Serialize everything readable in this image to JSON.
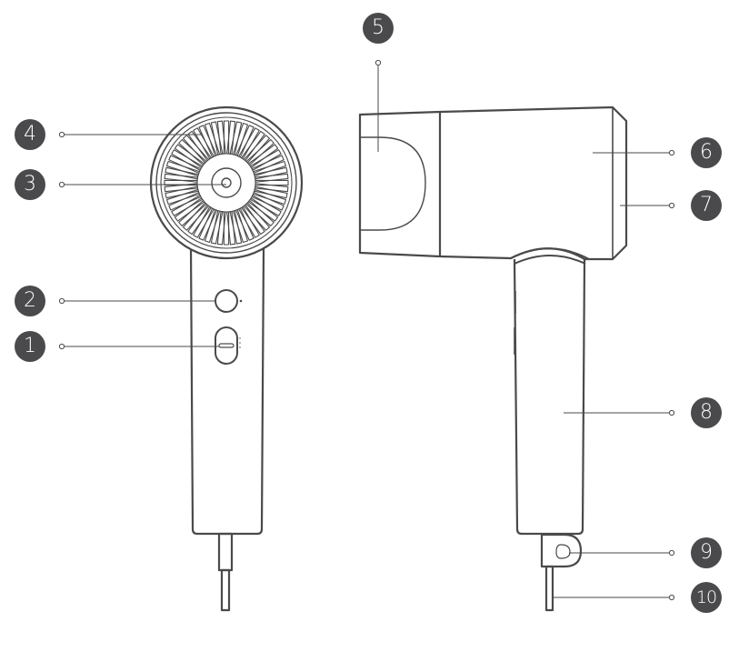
{
  "diagram": {
    "title": "Hair dryer parts diagram",
    "views": [
      "front-view",
      "side-view"
    ],
    "stroke_color": "#4a4a4c",
    "badge_color": "#4a4a4c",
    "callouts": [
      {
        "number": "1",
        "part": "mode-switch"
      },
      {
        "number": "2",
        "part": "power-button"
      },
      {
        "number": "3",
        "part": "air-outlet-center"
      },
      {
        "number": "4",
        "part": "air-outlet-vents"
      },
      {
        "number": "5",
        "part": "nozzle"
      },
      {
        "number": "6",
        "part": "body"
      },
      {
        "number": "7",
        "part": "air-intake"
      },
      {
        "number": "8",
        "part": "handle"
      },
      {
        "number": "9",
        "part": "hanging-loop"
      },
      {
        "number": "10",
        "part": "power-cord"
      }
    ]
  }
}
